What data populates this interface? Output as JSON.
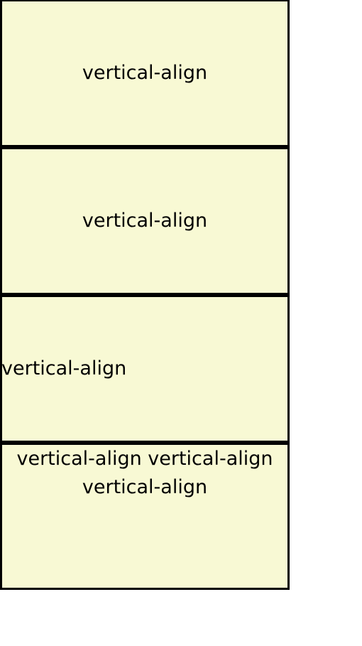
{
  "boxes": [
    {
      "text": "vertical-align"
    },
    {
      "text": "vertical-align"
    },
    {
      "text": "vertical-align"
    },
    {
      "text_line1": "vertical-align vertical-align",
      "text_line2": "vertical-align"
    }
  ],
  "colors": {
    "box_fill": "#f8f9d4",
    "border": "#000000",
    "text": "#000000",
    "page": "#ffffff"
  }
}
